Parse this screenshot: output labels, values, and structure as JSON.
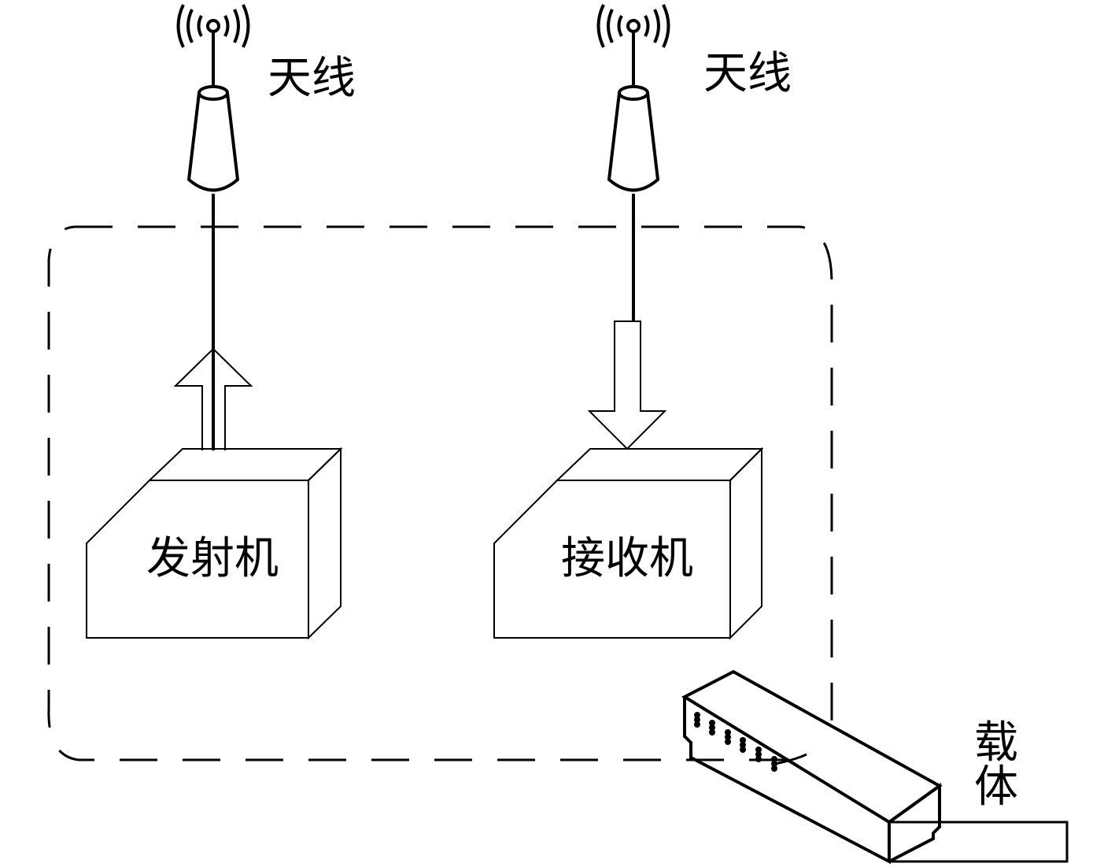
{
  "diagram": {
    "antenna_left_label": "天线",
    "antenna_right_label": "天线",
    "transmitter_label": "发射机",
    "receiver_label": "接收机",
    "carrier_label_line1": "载",
    "carrier_label_line2": "体"
  },
  "colors": {
    "stroke": "#000000",
    "background": "#ffffff"
  },
  "icons": {
    "antenna": "antenna-icon",
    "signal_waves": "signal-waves-icon",
    "up_arrow": "up-arrow-icon",
    "down_arrow": "down-arrow-icon",
    "carrier_device": "carrier-device-icon"
  }
}
